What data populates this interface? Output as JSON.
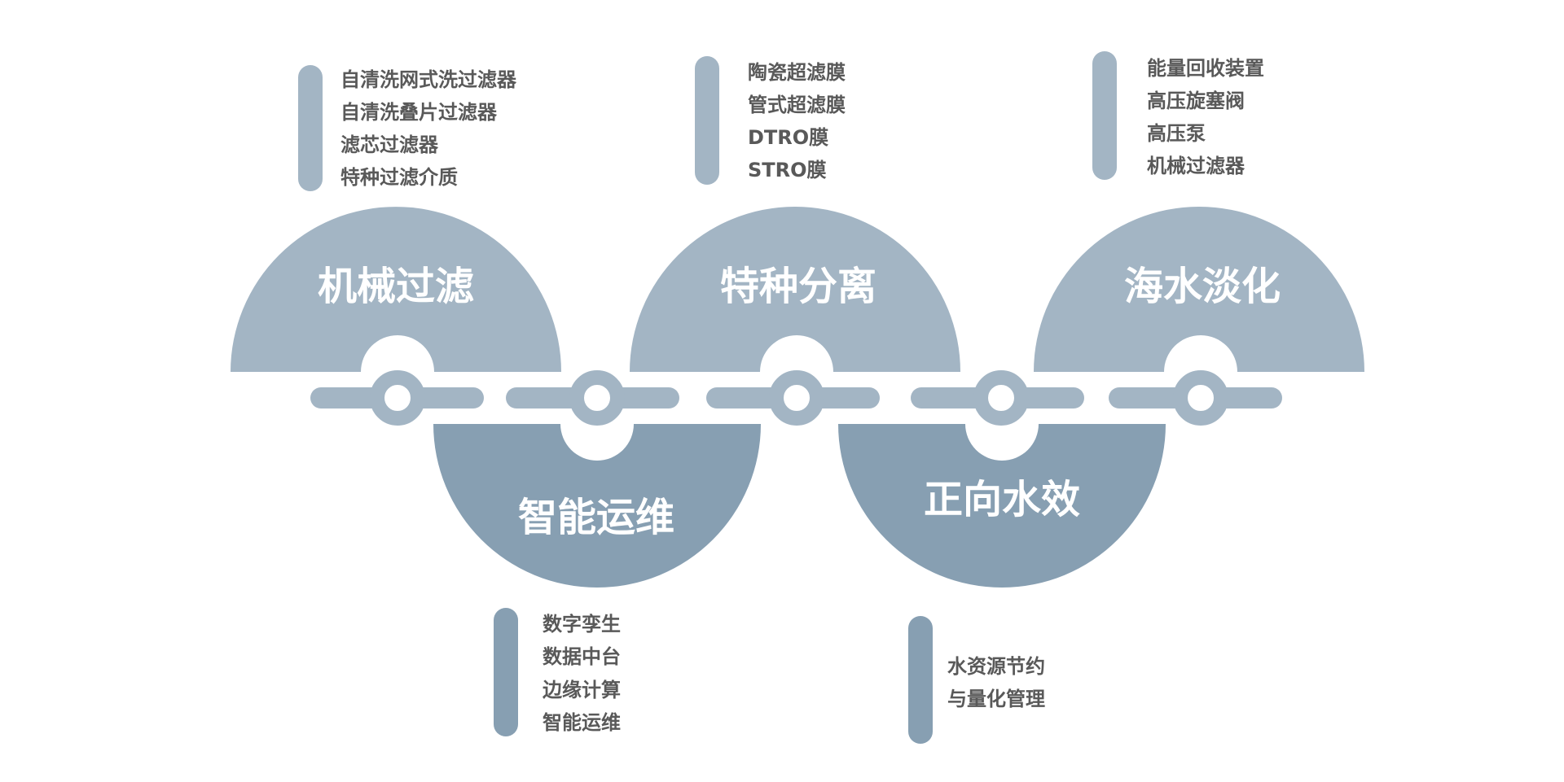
{
  "colors": {
    "upper_semicircle": "#a3b5c4",
    "lower_semicircle": "#879fb2",
    "connector": "#a3b5c4",
    "text_dark": "#595959",
    "background": "#ffffff"
  },
  "sections": [
    {
      "title": "机械过滤",
      "position": "top",
      "items": [
        "自清洗网式洗过滤器",
        "自清洗叠片过滤器",
        "滤芯过滤器",
        "特种过滤介质"
      ]
    },
    {
      "title": "智能运维",
      "position": "bottom",
      "items": [
        "数字孪生",
        "数据中台",
        "边缘计算",
        "智能运维"
      ]
    },
    {
      "title": "特种分离",
      "position": "top",
      "items": [
        "陶瓷超滤膜",
        "管式超滤膜",
        "DTRO膜",
        "STRO膜"
      ]
    },
    {
      "title": "正向水效",
      "position": "bottom",
      "items": [
        "水资源节约",
        "与量化管理"
      ]
    },
    {
      "title": "海水淡化",
      "position": "top",
      "items": [
        "能量回收装置",
        "高压旋塞阀",
        "高压泵",
        "机械过滤器"
      ]
    }
  ]
}
